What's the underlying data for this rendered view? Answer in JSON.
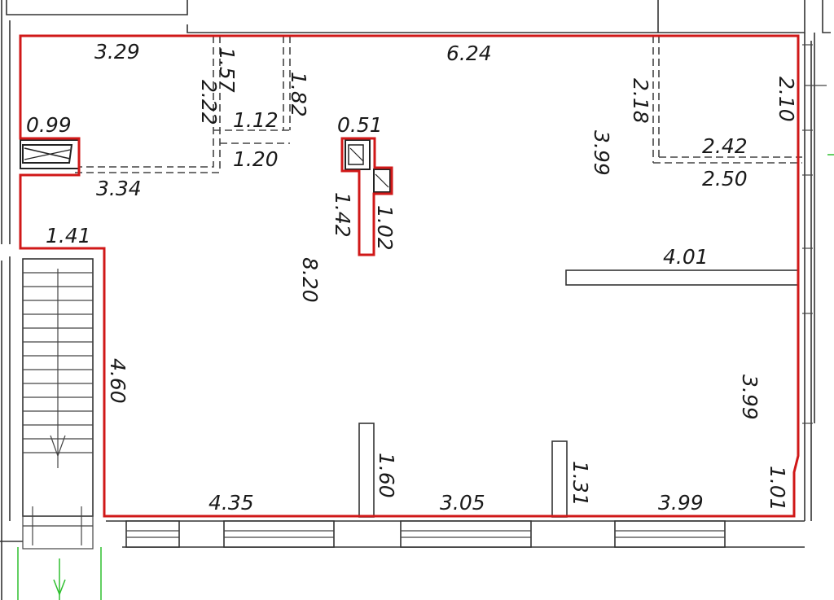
{
  "labels": {
    "d_3_29": "3.29",
    "d_6_24": "6.24",
    "d_1_57": "1.57",
    "d_2_22": "2.22",
    "d_1_82": "1.82",
    "d_1_12": "1.12",
    "d_1_20": "1.20",
    "d_0_99": "0.99",
    "d_3_34": "3.34",
    "d_0_51": "0.51",
    "d_1_42": "1.42",
    "d_1_02": "1.02",
    "d_2_18": "2.18",
    "d_3_99_top": "3.99",
    "d_2_10": "2.10",
    "d_2_42": "2.42",
    "d_2_50": "2.50",
    "d_1_41": "1.41",
    "d_8_20": "8.20",
    "d_4_01": "4.01",
    "d_4_60": "4.60",
    "d_3_99_right": "3.99",
    "d_1_60": "1.60",
    "d_1_31": "1.31",
    "d_1_01": "1.01",
    "d_4_35": "4.35",
    "d_3_05": "3.05",
    "d_3_99_bottom": "3.99"
  },
  "colors": {
    "outline": "#d01818",
    "walls": "#333333",
    "entrance_arrow": "#2fbf2f"
  }
}
